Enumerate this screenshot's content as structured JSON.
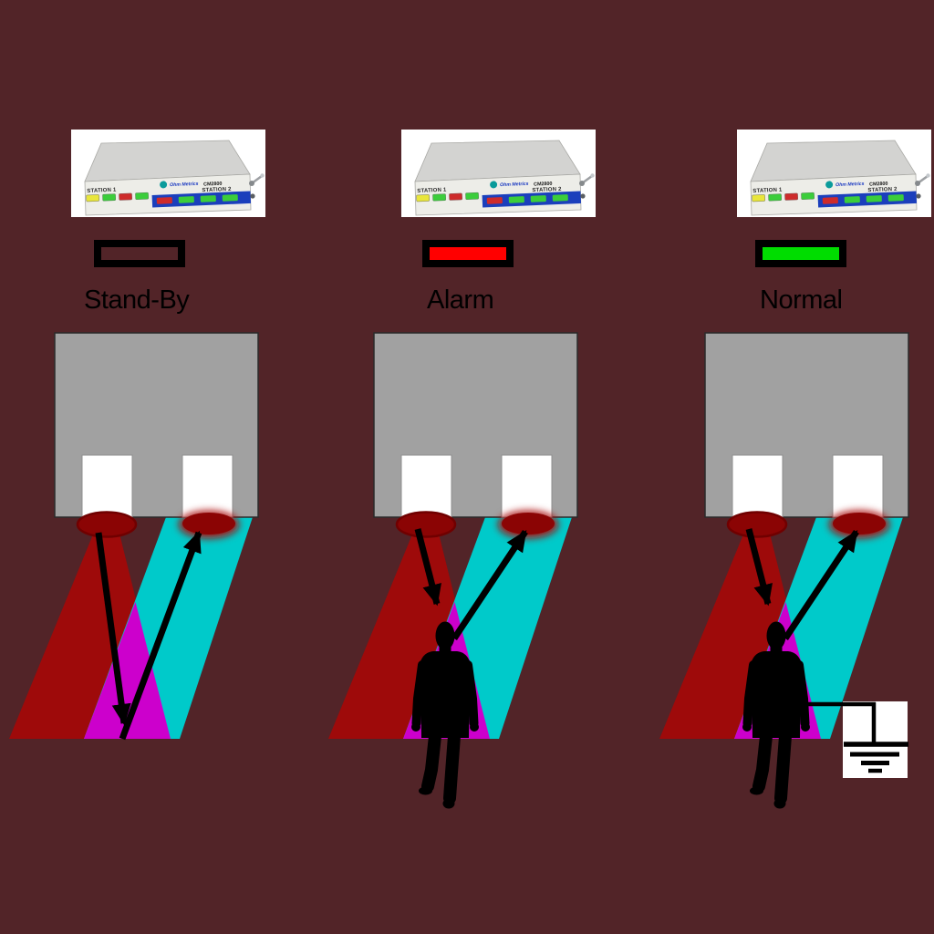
{
  "device": {
    "station1_label": "STATION 1",
    "brand": "Ohm Metrics",
    "model": "CM2800",
    "station2_label": "STATION 2",
    "station1_leds": [
      "yellow",
      "green",
      "red",
      "green"
    ],
    "station2_leds": [
      "red",
      "green",
      "green",
      "green"
    ]
  },
  "panels": [
    {
      "name": "standby",
      "label": "Stand-By",
      "indicator_fill": "#522428",
      "person_present": false,
      "grounded": false
    },
    {
      "name": "alarm",
      "label": "Alarm",
      "indicator_fill": "#FF0000",
      "person_present": true,
      "grounded": false
    },
    {
      "name": "normal",
      "label": "Normal",
      "indicator_fill": "#00DD00",
      "person_present": true,
      "grounded": true
    }
  ],
  "colors": {
    "background": "#522428",
    "beam_red": "#9E0A0A",
    "beam_cyan": "#00CACA",
    "overlap_magenta": "#CC00CC",
    "emitter_red": "#8B0404",
    "housing_gray": "#A1A1A1",
    "sensor_window_white": "#FFFFFF",
    "arrow_black": "#000000",
    "alarm_red": "#FF0000",
    "normal_green": "#00DD00",
    "ground_box_white": "#FFFFFF"
  }
}
